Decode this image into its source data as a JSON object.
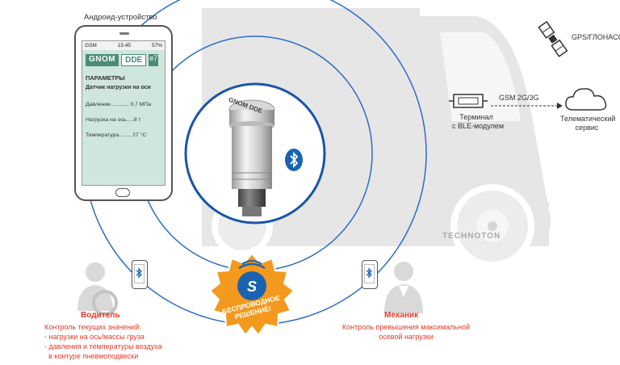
{
  "android_label": "Андроид-устройство",
  "phone": {
    "status": {
      "left": "GSM",
      "time": "15:45",
      "battery": "57%"
    },
    "logo": {
      "gnom": "GNOM",
      "dde": "DDE",
      "eco": "e7"
    },
    "title": "ПАРАМЕТРЫ",
    "subtitle": "Датчик нагрузки на оси",
    "lines": [
      "Давление............ 0,7 МПа",
      "Нагрузка на ось.....8 т",
      "Температура........ 27 °C"
    ]
  },
  "sensor_marks": {
    "top_engraving": "GNOM DDE"
  },
  "gps_label": "GPS/ГЛОНАСС",
  "gsm_label": "GSM 2G/3G",
  "terminal_label": [
    "Терминал",
    "с BLE-модулем"
  ],
  "telematics_label": [
    "Телематический",
    "сервис"
  ],
  "technoton": "TECHNOTON",
  "badge": {
    "line1": "БЕСПРОВОДНОЕ",
    "line2": "РЕШЕНИЕ!"
  },
  "driver": {
    "title": "Водитель",
    "lines": [
      "Контроль текущих значений:",
      "- нагрузки на ось/массы груза",
      "- давления и температуры воздуха",
      "  в контуре пневмоподвески"
    ]
  },
  "mechanic": {
    "title": "Механик",
    "lines": [
      "Контроль превышения максимальной",
      "осевой нагрузки"
    ]
  },
  "colors": {
    "accent_blue": "#1a63b0",
    "ring": "#2b6cc4",
    "red": "#e03a2a",
    "orange": "#f39a1e",
    "truck_gray": "#e4e4e4",
    "screen_green": "#cfe6dd"
  }
}
